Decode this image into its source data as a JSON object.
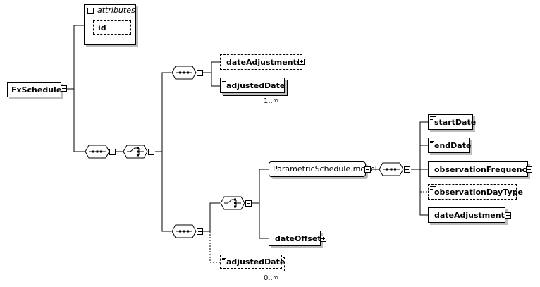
{
  "diagram": {
    "root": {
      "label": "FxSchedule"
    },
    "attributes": {
      "group_label": "attributes",
      "items": [
        {
          "label": "id"
        }
      ]
    },
    "branch_a": {
      "elements": [
        {
          "label": "dateAdjustments",
          "optional": true,
          "expandable": true
        },
        {
          "label": "adjustedDate",
          "occurrence": "1..∞"
        }
      ]
    },
    "branch_b": {
      "model": {
        "label": "ParametricSchedule.model"
      },
      "model_elements": [
        {
          "label": "startDate"
        },
        {
          "label": "endDate"
        },
        {
          "label": "observationFrequency",
          "expandable": true
        },
        {
          "label": "observationDayType",
          "optional": true
        },
        {
          "label": "dateAdjustments",
          "expandable": true
        }
      ],
      "date_offset": {
        "label": "dateOffset",
        "expandable": true
      },
      "adjusted_date": {
        "label": "adjustedDate",
        "optional": true,
        "occurrence": "0..∞"
      }
    },
    "compositors": {
      "sequence": "sequence-compositor",
      "choice": "choice-compositor"
    }
  }
}
